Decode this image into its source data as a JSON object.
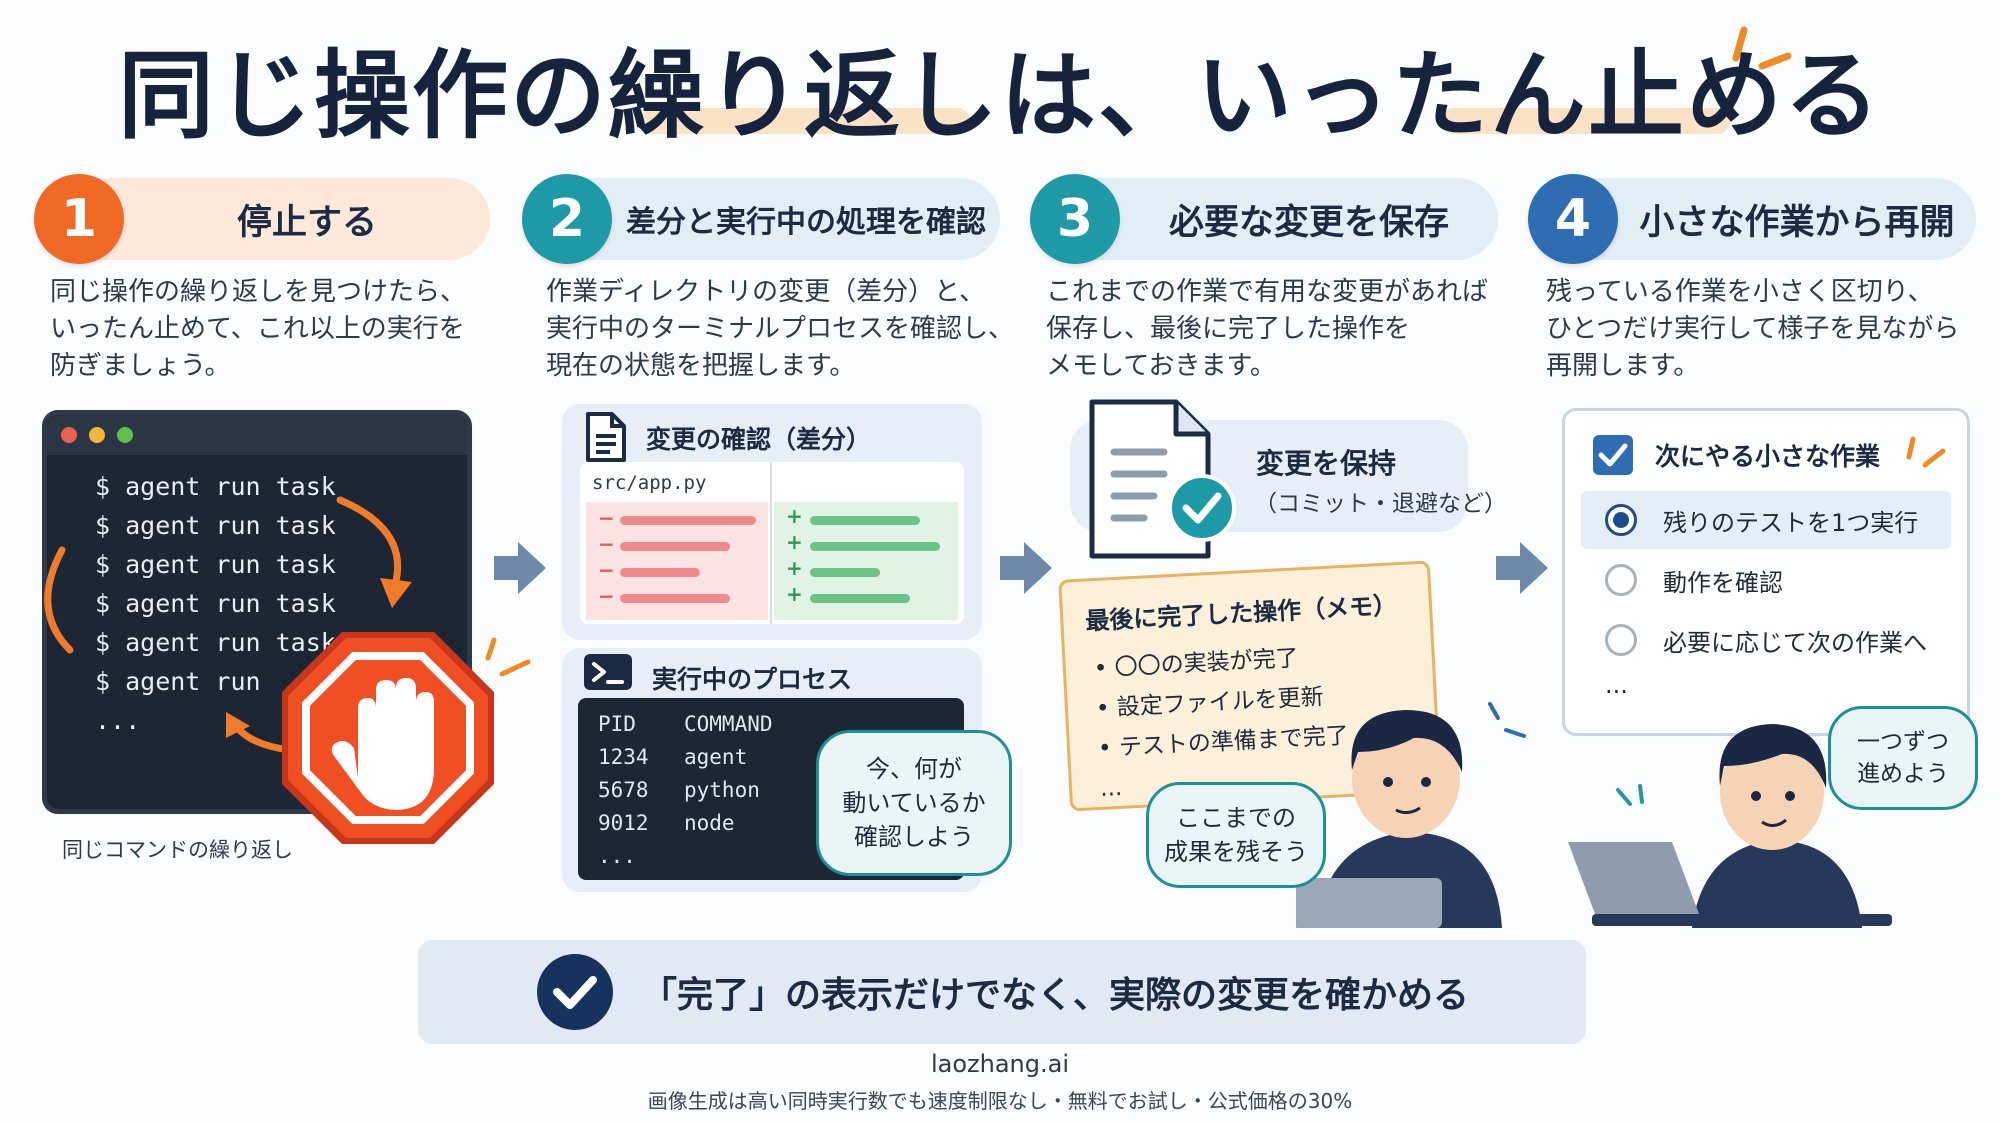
{
  "title": "同じ操作の繰り返しは、いったん止める",
  "steps": [
    {
      "num": "1",
      "title": "停止する",
      "desc": [
        "同じ操作の繰り返しを見つけたら、",
        "いったん止めて、これ以上の実行を",
        "防ぎましょう。"
      ]
    },
    {
      "num": "2",
      "title": "差分と実行中の処理を確認",
      "desc": [
        "作業ディレクトリの変更（差分）と、",
        "実行中のターミナルプロセスを確認し、",
        "現在の状態を把握します。"
      ]
    },
    {
      "num": "3",
      "title": "必要な変更を保存",
      "desc": [
        "これまでの作業で有用な変更があれば",
        "保存し、最後に完了した操作を",
        "メモしておきます。"
      ]
    },
    {
      "num": "4",
      "title": "小さな作業から再開",
      "desc": [
        "残っている作業を小さく区切り、",
        "ひとつだけ実行して様子を見ながら",
        "再開します。"
      ]
    }
  ],
  "colors": {
    "step1": "#f06a26",
    "step2": "#1e9aa6",
    "step3": "#1e9aa6",
    "step4": "#2f6db3",
    "stop": "#f04e23",
    "navy": "#15335e"
  },
  "terminal": {
    "lines": [
      "$ agent run task",
      "$ agent run task",
      "$ agent run task",
      "$ agent run task",
      "$ agent run task",
      "$ agent run",
      "..."
    ],
    "caption": "同じコマンドの繰り返し",
    "stop_icon": "stop-hand-icon"
  },
  "diff": {
    "title": "変更の確認（差分）",
    "file": "src/app.py",
    "minus": "−",
    "plus": "+"
  },
  "process": {
    "title": "実行中のプロセス",
    "header": [
      "PID",
      "COMMAND"
    ],
    "rows": [
      [
        "1234",
        "agent"
      ],
      [
        "5678",
        "python"
      ],
      [
        "9012",
        "node"
      ]
    ],
    "more": "...",
    "bubble": [
      "今、何が",
      "動いているか",
      "確認しよう"
    ]
  },
  "save": {
    "title": "変更を保持",
    "subtitle": "（コミット・退避など）"
  },
  "memo": {
    "title": "最後に完了した操作（メモ）",
    "items": [
      "〇〇の実装が完了",
      "設定ファイルを更新",
      "テストの準備まで完了"
    ],
    "more": "...",
    "bubble": [
      "ここまでの",
      "成果を残そう"
    ]
  },
  "todo": {
    "title": "次にやる小さな作業",
    "items": [
      "残りのテストを1つ実行",
      "動作を確認",
      "必要に応じて次の作業へ"
    ],
    "more": "...",
    "bubble": [
      "一つずつ",
      "進めよう"
    ]
  },
  "banner": "「完了」の表示だけでなく、実際の変更を確かめる",
  "site": "laozhang.ai",
  "promo": "画像生成は高い同時実行数でも速度制限なし・無料でお試し・公式価格の30%"
}
